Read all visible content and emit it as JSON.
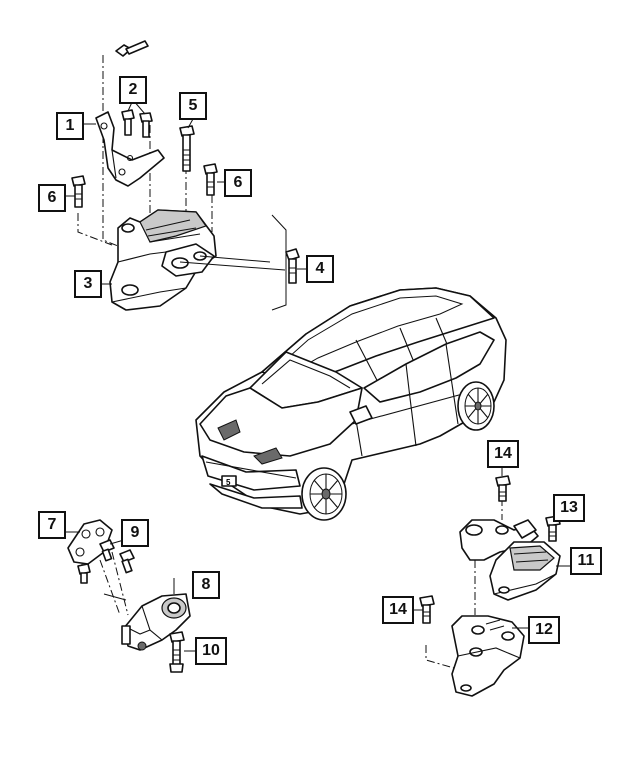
{
  "callouts": [
    {
      "id": "c1",
      "label": "1"
    },
    {
      "id": "c2",
      "label": "2"
    },
    {
      "id": "c3",
      "label": "3"
    },
    {
      "id": "c4",
      "label": "4"
    },
    {
      "id": "c5",
      "label": "5"
    },
    {
      "id": "c6a",
      "label": "6"
    },
    {
      "id": "c6b",
      "label": "6"
    },
    {
      "id": "c7",
      "label": "7"
    },
    {
      "id": "c8",
      "label": "8"
    },
    {
      "id": "c9",
      "label": "9"
    },
    {
      "id": "c10",
      "label": "10"
    },
    {
      "id": "c11",
      "label": "11"
    },
    {
      "id": "c12",
      "label": "12"
    },
    {
      "id": "c13",
      "label": "13"
    },
    {
      "id": "c14a",
      "label": "14"
    },
    {
      "id": "c14b",
      "label": "14"
    }
  ],
  "vehicle": {
    "badge_text": "5"
  },
  "colors": {
    "line": "#111111",
    "shade": "#c9c9c9",
    "background": "#ffffff"
  }
}
